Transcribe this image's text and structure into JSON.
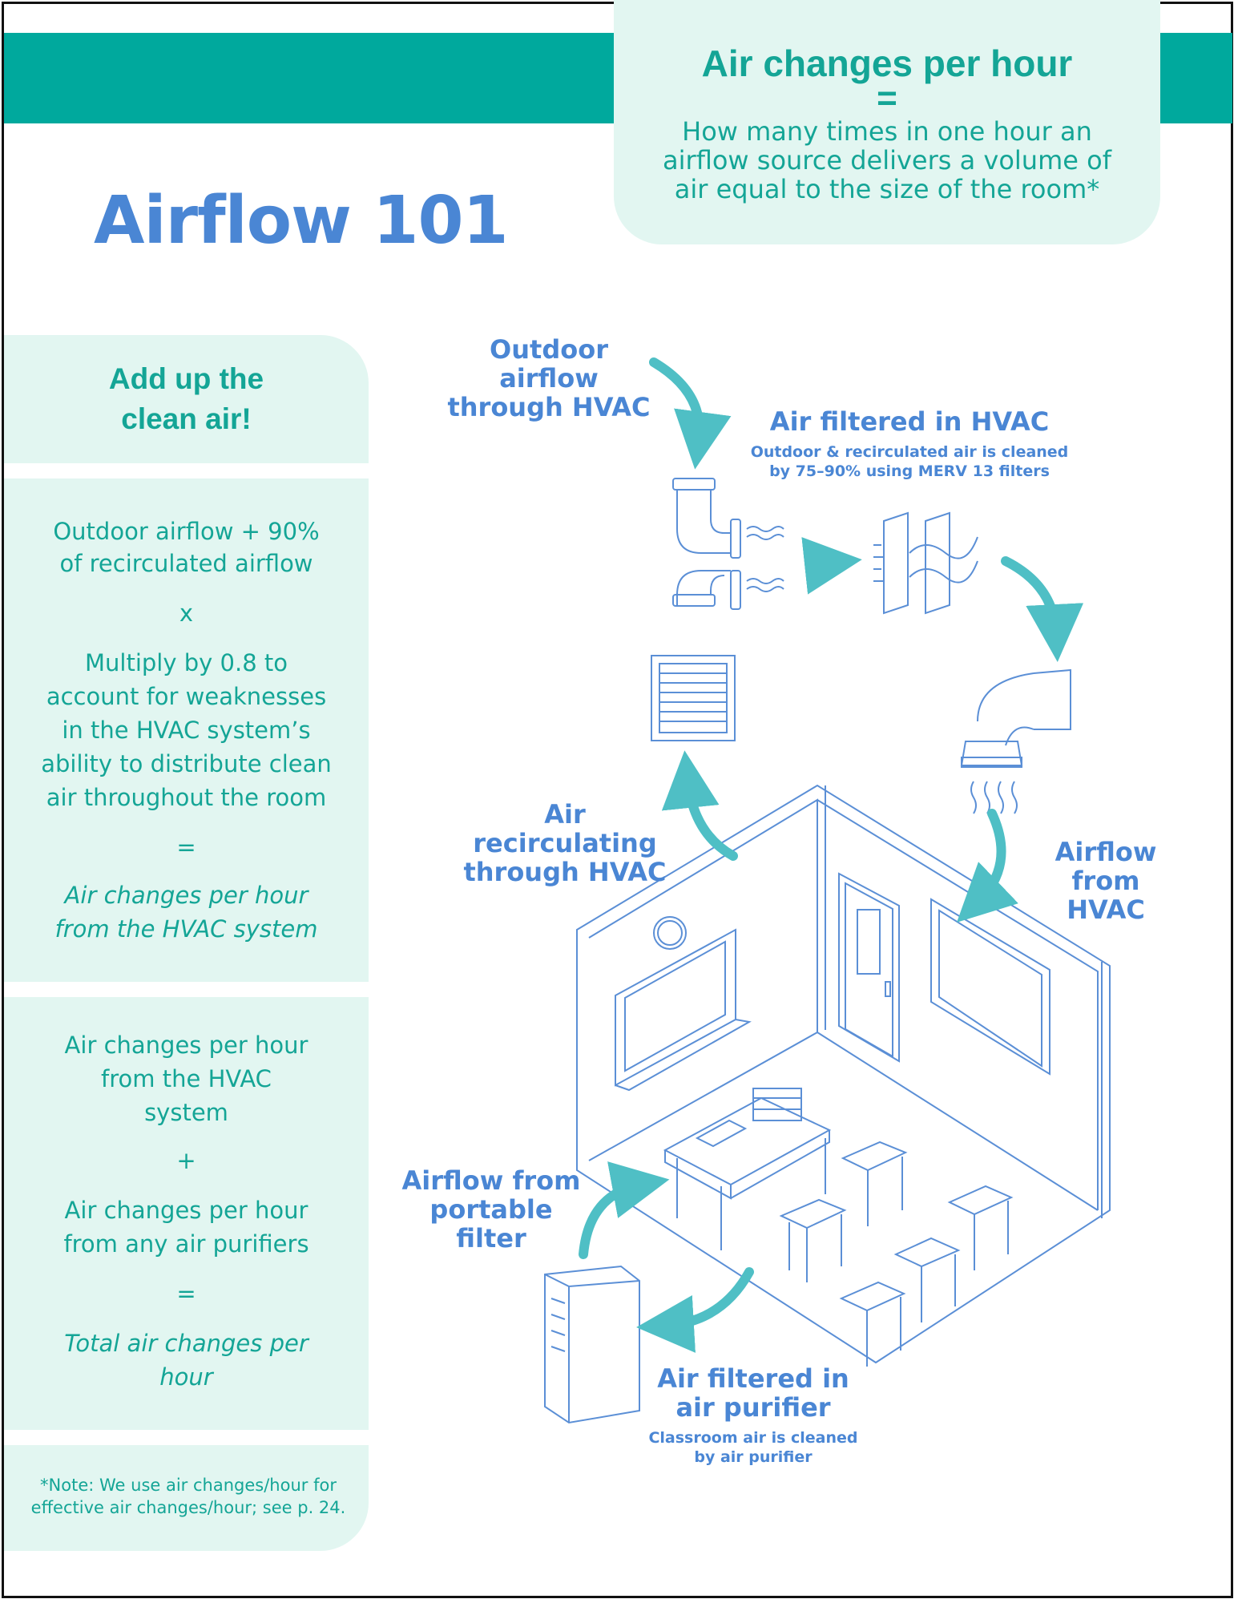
{
  "header": {
    "title": "Airflow 101",
    "definition": {
      "title": "Air changes per hour",
      "equals": "=",
      "text": "How many times in one hour an airflow source delivers a volume of air equal to the size of the room*"
    }
  },
  "sidebar": {
    "heading_line1": "Add up the",
    "heading_line2": "clean air!",
    "formula1": {
      "line1": "Outdoor airflow + 90%",
      "line2": "of recirculated airflow",
      "op": "x",
      "line3": "Multiply by 0.8 to",
      "line4": "account for weaknesses",
      "line5": "in the HVAC system’s",
      "line6": "ability to distribute clean",
      "line7": "air throughout the room",
      "eq": "=",
      "result1": "Air changes per hour",
      "result2": "from the HVAC system"
    },
    "formula2": {
      "line1": "Air changes per hour",
      "line2": "from the HVAC",
      "line3": "system",
      "op": "+",
      "line4": "Air changes per hour",
      "line5": "from any air purifiers",
      "eq": "=",
      "result1": "Total air changes per",
      "result2": "hour"
    },
    "note_line1": "*Note: We use air changes/hour for",
    "note_line2": "effective air changes/hour; see p. 24."
  },
  "diagram": {
    "outdoor_l1": "Outdoor airflow",
    "outdoor_l2": "through HVAC",
    "filtered_title": "Air filtered in HVAC",
    "filtered_sub1": "Outdoor & recirculated air is cleaned",
    "filtered_sub2": "by 75–90% using MERV 13 filters",
    "recirc_l1": "Air recirculating",
    "recirc_l2": "through HVAC",
    "from_hvac_l1": "Airflow from",
    "from_hvac_l2": "HVAC",
    "portable_l1": "Airflow from",
    "portable_l2": "portable filter",
    "purifier_l1": "Air filtered in",
    "purifier_l2": "air purifier",
    "purifier_sub1": "Classroom air is cleaned",
    "purifier_sub2": "by air purifier"
  },
  "colors": {
    "teal_bar": "#00a99d",
    "mint_panel": "#e2f6f1",
    "teal_text": "#14a596",
    "blue_text": "#4a86d4",
    "line_art": "#5b8fd6",
    "arrow": "#4fbfc5"
  },
  "icons": [
    "pipe-icon",
    "vent-icon",
    "filter-icon",
    "duct-icon",
    "clock-icon",
    "air-purifier-icon",
    "desk-icon",
    "door-icon"
  ]
}
